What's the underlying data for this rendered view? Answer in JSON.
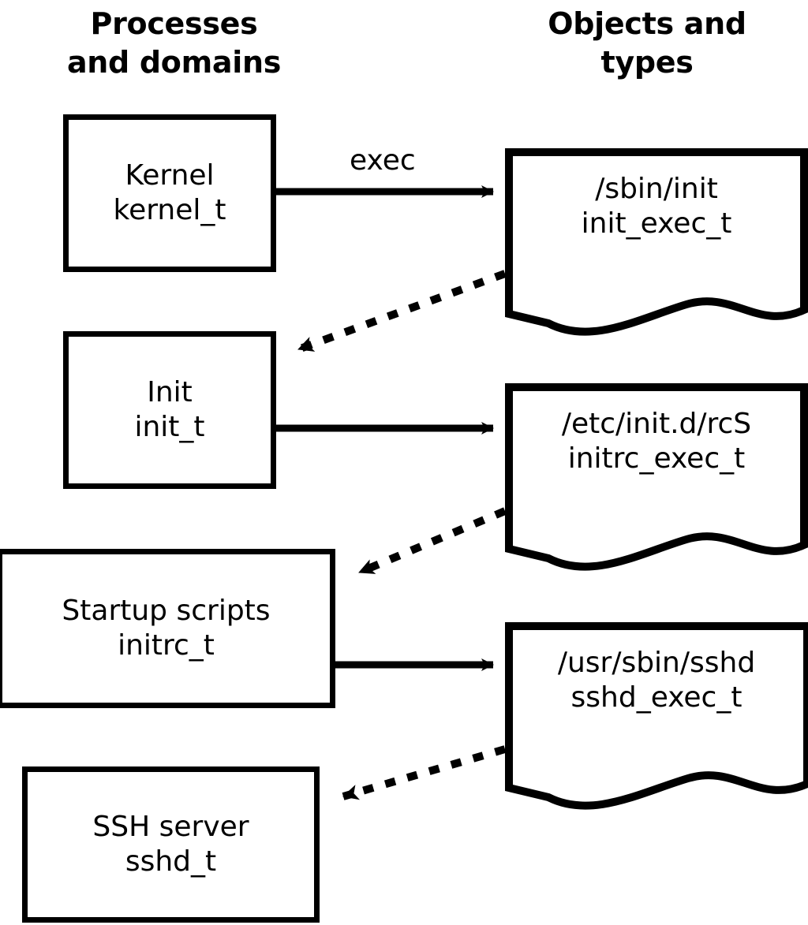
{
  "diagram": {
    "title_left": "Processes\nand domains",
    "title_right": "Objects and\ntypes",
    "accent_color": "#000000",
    "background_color": "#ffffff"
  },
  "processes": [
    {
      "id": "kernel",
      "name": "Kernel",
      "type": "kernel_t"
    },
    {
      "id": "init",
      "name": "Init",
      "type": "init_t"
    },
    {
      "id": "initrc",
      "name": "Startup scripts",
      "type": "initrc_t"
    },
    {
      "id": "sshd",
      "name": "SSH server",
      "type": "sshd_t"
    }
  ],
  "objects": [
    {
      "id": "init_exec",
      "path": "/sbin/init",
      "type": "init_exec_t"
    },
    {
      "id": "initrc_exec",
      "path": "/etc/init.d/rcS",
      "type": "initrc_exec_t"
    },
    {
      "id": "sshd_exec",
      "path": "/usr/sbin/sshd",
      "type": "sshd_exec_t"
    }
  ],
  "edges": [
    {
      "id": "e1",
      "from": "kernel",
      "to": "init_exec",
      "label": "exec",
      "style": "solid"
    },
    {
      "id": "e2",
      "from": "init_exec",
      "to": "init",
      "label": "",
      "style": "dotted"
    },
    {
      "id": "e3",
      "from": "init",
      "to": "initrc_exec",
      "label": "",
      "style": "solid"
    },
    {
      "id": "e4",
      "from": "initrc_exec",
      "to": "initrc",
      "label": "",
      "style": "dotted"
    },
    {
      "id": "e5",
      "from": "initrc",
      "to": "sshd_exec",
      "label": "",
      "style": "solid"
    },
    {
      "id": "e6",
      "from": "sshd_exec",
      "to": "sshd",
      "label": "",
      "style": "dotted"
    }
  ],
  "labels": {
    "exec": "exec"
  }
}
